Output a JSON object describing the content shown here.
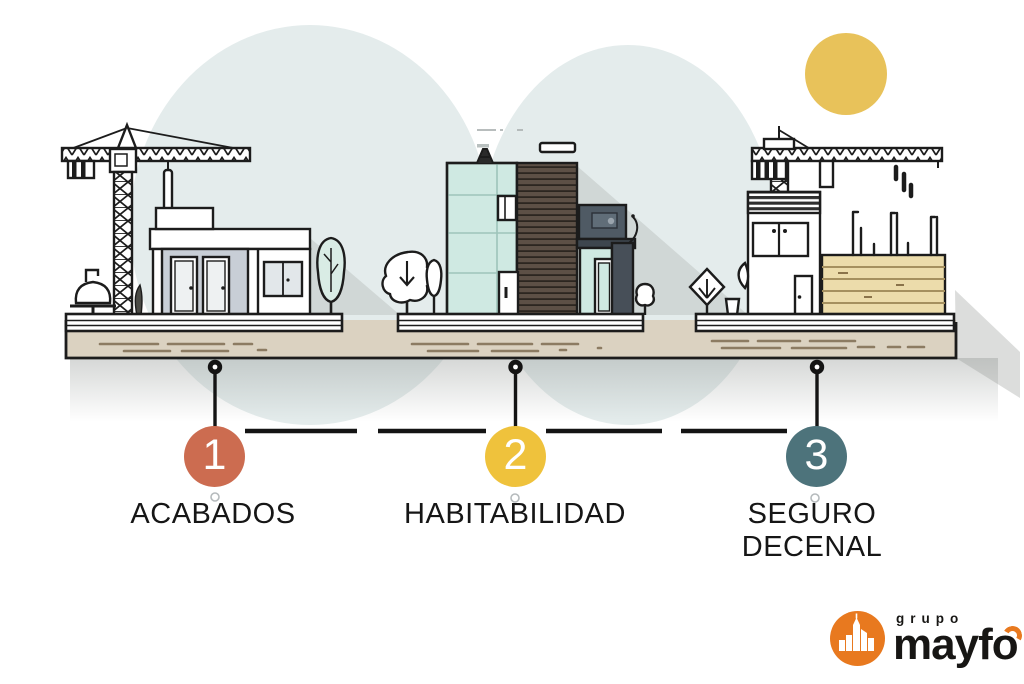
{
  "steps": [
    {
      "number": "1",
      "label": "ACABADOS",
      "color": "#cc6c50"
    },
    {
      "number": "2",
      "label": "HABITABILIDAD",
      "color": "#efc23c"
    },
    {
      "number": "3",
      "label": "SEGURO DECENAL",
      "color": "#4d737b"
    }
  ],
  "logo": {
    "prefix": "grupo",
    "name": "mayfo",
    "accent_color": "#e8791f",
    "mark": "city-skyline-in-orange-circle"
  },
  "illustration": {
    "scenes": [
      "finished-house-with-tower-crane",
      "modern-habitable-house",
      "building-under-construction-with-crane-timber-and-rebar"
    ],
    "icons": [
      "tower-crane-icon",
      "cement-mixer-icon",
      "tree-icon",
      "sun-icon",
      "timber-stack-icon",
      "rebar-rods-icon",
      "diamond-tree-icon",
      "bucket-icon",
      "leaf-icon"
    ],
    "palette": {
      "sun": "#e8c25a",
      "background_blob": "#e4ecec",
      "ground": "#dbd2c1",
      "glass_mint": "#cfe9e2",
      "wood_slats": "#5d5046",
      "timber": "#ecdcab",
      "facade_gray": "#c8ced6",
      "outline": "#1c1c1c"
    }
  }
}
